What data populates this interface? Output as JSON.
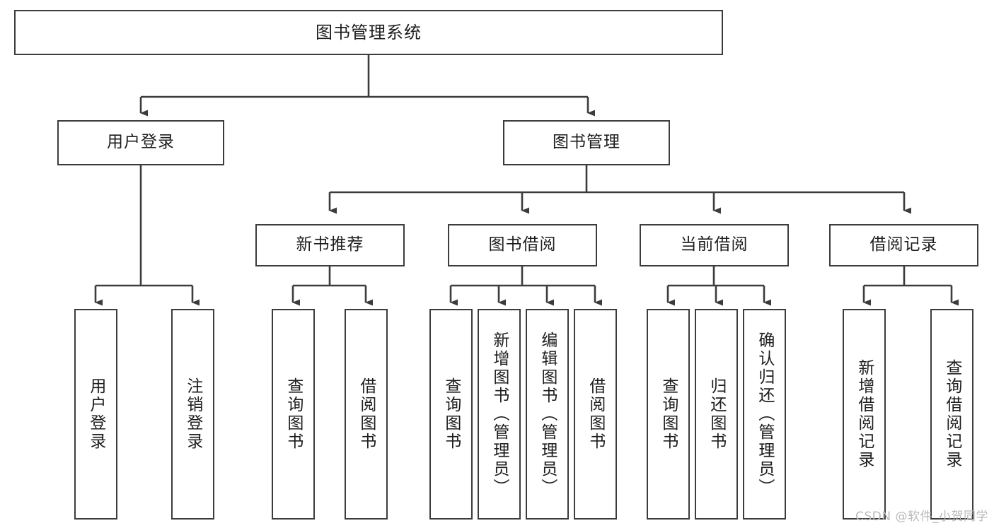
{
  "diagram": {
    "title": "图书管理系统",
    "root": {
      "label": "图书管理系统"
    },
    "level1": [
      {
        "label": "用户登录"
      },
      {
        "label": "图书管理"
      }
    ],
    "level2": [
      {
        "label": "新书推荐"
      },
      {
        "label": "图书借阅"
      },
      {
        "label": "当前借阅"
      },
      {
        "label": "借阅记录"
      }
    ],
    "leaves": {
      "user_login": [
        {
          "label": "用户登录"
        },
        {
          "label": "注销登录"
        }
      ],
      "new_book_recommend": [
        {
          "label": "查询图书"
        },
        {
          "label": "借阅图书"
        }
      ],
      "book_borrow": [
        {
          "label": "查询图书"
        },
        {
          "label": "新增图书（管理员）"
        },
        {
          "label": "编辑图书（管理员）"
        },
        {
          "label": "借阅图书"
        }
      ],
      "current_borrow": [
        {
          "label": "查询图书"
        },
        {
          "label": "归还图书"
        },
        {
          "label": "确认归还（管理员）"
        }
      ],
      "borrow_record": [
        {
          "label": "新增借阅记录"
        },
        {
          "label": "查询借阅记录"
        }
      ]
    }
  },
  "watermark": {
    "text": "CSDN @软件_小贺同学"
  },
  "colors": {
    "border": "#3c3c3c",
    "background": "#ffffff",
    "text": "#1d1d1d",
    "watermark": "#b9b9b9"
  }
}
